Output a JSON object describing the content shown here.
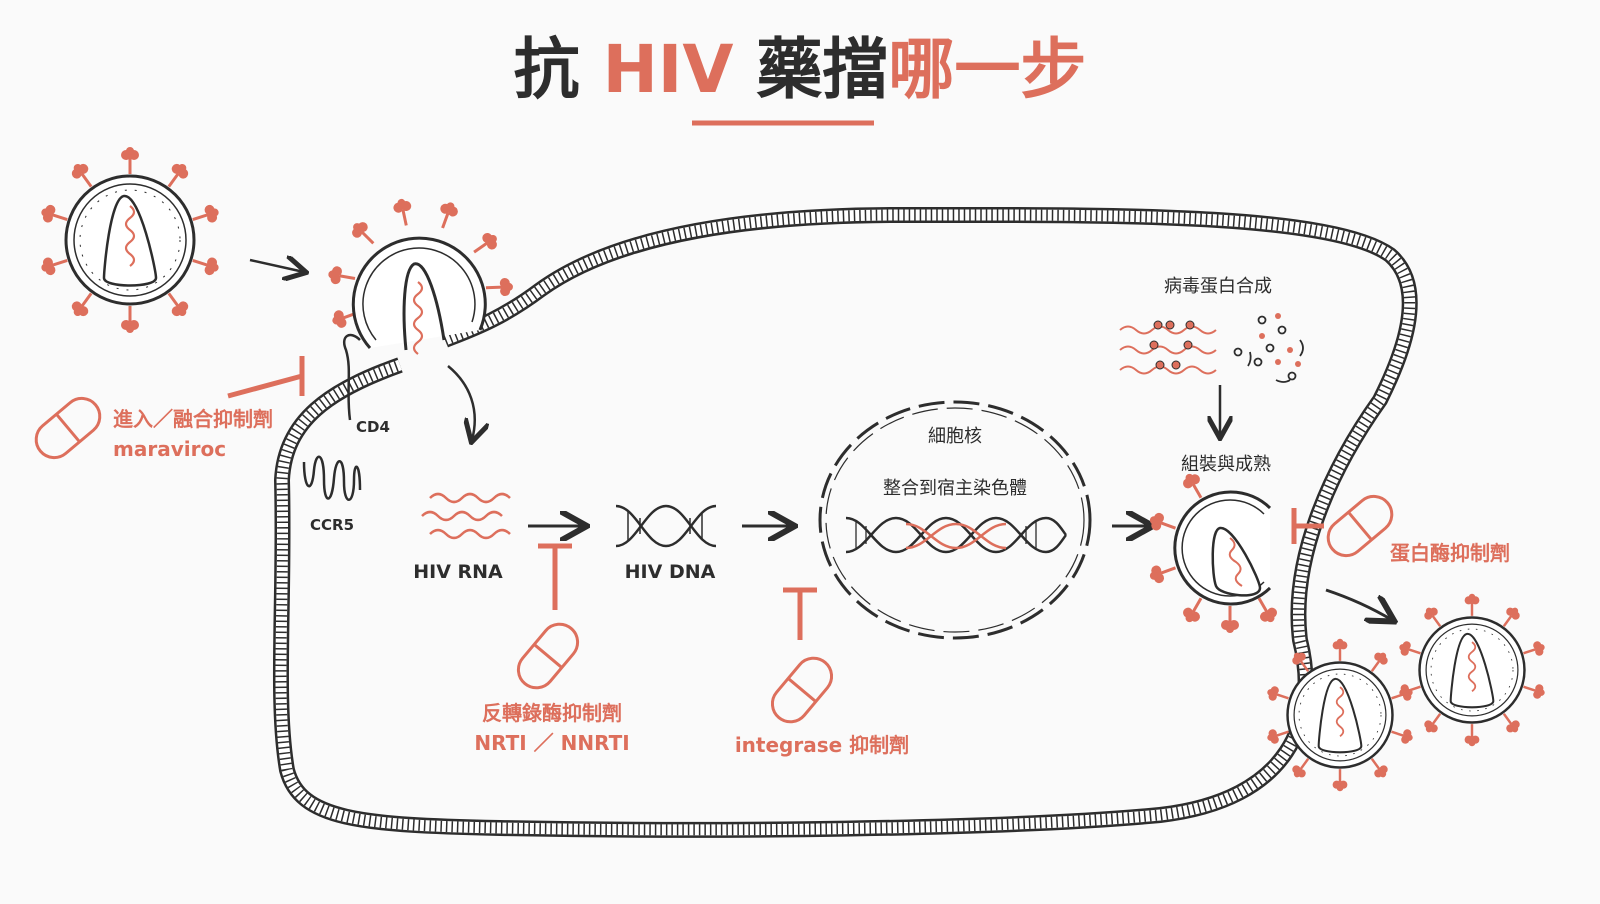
{
  "title": {
    "part1": "抗 ",
    "part2": "HIV",
    "part3": " 藥擋",
    "part4": "哪一步"
  },
  "labels": {
    "cd4": "CD4",
    "ccr5": "CCR5",
    "hiv_rna": "HIV RNA",
    "hiv_dna": "HIV DNA",
    "nucleus": "細胞核",
    "integrate": "整合到宿主染色體",
    "protein_synthesis": "病毒蛋白合成",
    "assembly": "組裝與成熟"
  },
  "drugs": {
    "entry_name": "進入／融合抑制劑",
    "entry_example": "maraviroc",
    "rt_name": "反轉錄酶抑制劑",
    "rt_example": "NRTI ／ NNRTI",
    "integrase": "integrase 抑制劑",
    "protease": "蛋白酶抑制劑"
  },
  "colors": {
    "accent": "#dd6f5c",
    "ink": "#2d2d2d",
    "background": "#fafafa"
  }
}
